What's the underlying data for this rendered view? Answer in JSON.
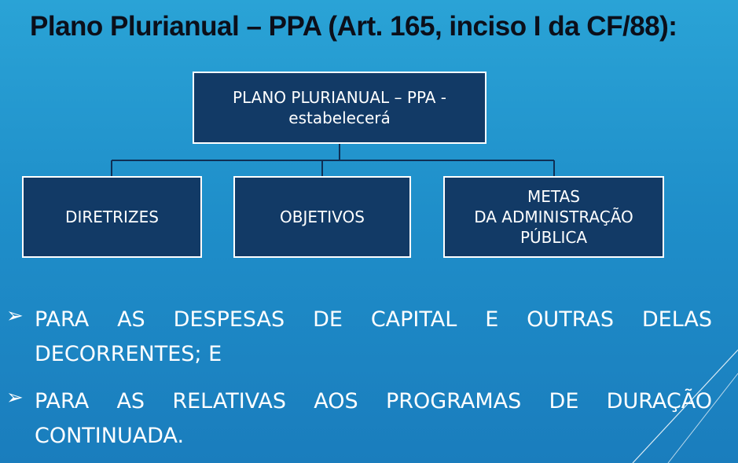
{
  "slide": {
    "title": "Plano Plurianual – PPA  (Art. 165, inciso I da CF/88):"
  },
  "diagram": {
    "root": "PLANO PLURIANUAL – PPA -\nestabelecerá",
    "children": [
      "DIRETRIZES",
      "OBJETIVOS",
      "METAS\nDA  ADMINISTRAÇÃO\nPÚBLICA"
    ]
  },
  "bullets": [
    {
      "icon": "arrow-bullet-icon",
      "text": "PARA AS DESPESAS DE CAPITAL E OUTRAS DELAS DECORRENTES; E"
    },
    {
      "icon": "arrow-bullet-icon",
      "text": "PARA AS RELATIVAS AOS PROGRAMAS DE DURAÇÃO CONTINUADA."
    }
  ],
  "colors": {
    "box_fill": "#123a66",
    "box_border": "#ffffff",
    "connector": "#0f2f55",
    "title_text": "#0b0f1a"
  }
}
